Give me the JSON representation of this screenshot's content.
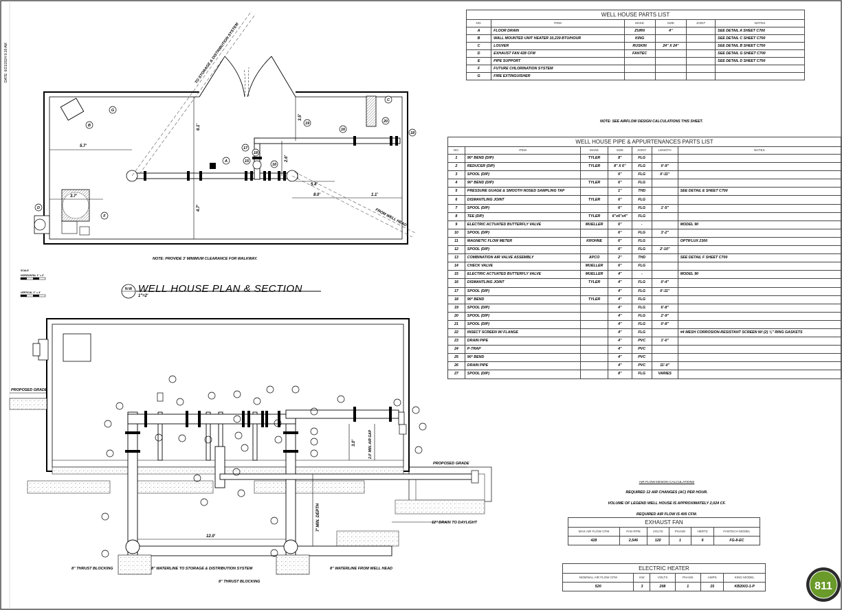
{
  "parts_list": {
    "title": "WELL HOUSE PARTS LIST",
    "columns": [
      "NO.",
      "ITEM",
      "MAKE",
      "SIZE",
      "JOINT",
      "NOTES"
    ],
    "rows": [
      [
        "A",
        "FLOOR DRAIN",
        "ZURN",
        "4\"",
        "",
        "SEE DETAIL A SHEET C700"
      ],
      [
        "B",
        "WALL MOUNTED UNIT HEATER 10,239 BTU/HOUR",
        "KING",
        "",
        "",
        "SEE DETAIL C SHEET C700"
      ],
      [
        "C",
        "LOUVER",
        "RUSKIN",
        "24\" X 24\"",
        "",
        "SEE DETAIL B SHEET C700"
      ],
      [
        "D",
        "EXHAUST FAN 428 CFM",
        "FANTEC",
        "",
        "",
        "SEE DETAIL G SHEET C700"
      ],
      [
        "E",
        "PIPE SUPPORT",
        "",
        "",
        "",
        "SEE DETAIL D SHEET C700"
      ],
      [
        "F",
        "FUTURE CHLORINATION SYSTEM",
        "",
        "",
        "",
        ""
      ],
      [
        "G",
        "FIRE EXTINGUISHER",
        "",
        "",
        "",
        ""
      ]
    ],
    "note": "NOTE: SEE AIRFLOW DESIGN CALCULATIONS THIS SHEET."
  },
  "pipe_list": {
    "title": "WELL HOUSE PIPE & APPURTENANCES PARTS LIST",
    "columns": [
      "NO.",
      "ITEM",
      "MAKE",
      "SIZE",
      "JOINT",
      "LENGTH",
      "NOTES"
    ],
    "rows": [
      [
        "1",
        "90° BEND (DIP)",
        "TYLER",
        "8\"",
        "FLG",
        "",
        ""
      ],
      [
        "2",
        "REDUCER (DIP)",
        "TYLER",
        "8\" X 6\"",
        "FLG",
        "0'-9\"",
        ""
      ],
      [
        "3",
        "SPOOL (DIP)",
        "",
        "6\"",
        "FLG",
        "0'-11\"",
        ""
      ],
      [
        "4",
        "90° BEND (DIP)",
        "TYLER",
        "6\"",
        "FLG",
        "",
        ""
      ],
      [
        "5",
        "PRESSURE GUAGE & SMOOTH NOSED SAMPLING TAP",
        "",
        "1\"",
        "THD",
        "",
        "SEE DETAIL E SHEET C700"
      ],
      [
        "6",
        "DISMANTLING JOINT",
        "TYLER",
        "6\"",
        "FLG",
        "",
        ""
      ],
      [
        "7",
        "SPOOL (DIP)",
        "",
        "6\"",
        "FLG",
        "1'-5\"",
        ""
      ],
      [
        "8",
        "TEE (DIP)",
        "TYLER",
        "6\"x6\"x4\"",
        "FLG",
        "",
        ""
      ],
      [
        "9",
        "ELECTRIC ACTUATED BUTTERFLY VALVE",
        "MUELLER",
        "6\"",
        "-",
        "",
        "MODEL 90"
      ],
      [
        "10",
        "SPOOL (DIP)",
        "",
        "6\"",
        "FLG",
        "3'-2\"",
        ""
      ],
      [
        "11",
        "MAGNETIC FLOW METER",
        "KROHNE",
        "6\"",
        "FLG",
        "",
        "OPTIFLUX 2300"
      ],
      [
        "12",
        "SPOOL (DIP)",
        "",
        "6\"",
        "FLG",
        "2'-10\"",
        ""
      ],
      [
        "13",
        "COMBINATION AIR VALVE ASSEMBLY",
        "APCO",
        "2\"",
        "THD",
        "",
        "SEE DETAIL F SHEET C700"
      ],
      [
        "14",
        "CHECK VALVE",
        "MUELLER",
        "6\"",
        "FLG",
        "",
        ""
      ],
      [
        "15",
        "ELECTRIC ACTUATED BUTTERFLY VALVE",
        "MUELLER",
        "4\"",
        "-",
        "",
        "MODEL 90"
      ],
      [
        "16",
        "DISMANTLING JOINT",
        "TYLER",
        "4\"",
        "FLG",
        "0'-4\"",
        ""
      ],
      [
        "17",
        "SPOOL (DIP)",
        "",
        "4\"",
        "FLG",
        "0'-11\"",
        ""
      ],
      [
        "18",
        "90° BEND",
        "TYLER",
        "4\"",
        "FLG",
        "",
        ""
      ],
      [
        "19",
        "SPOOL (DIP)",
        "",
        "4\"",
        "FLG",
        "6'-8\"",
        ""
      ],
      [
        "20",
        "SPOOL  (DIP)",
        "",
        "4\"",
        "FLG",
        "2'-9\"",
        ""
      ],
      [
        "21",
        "SPOOL (DIP)",
        "",
        "4\"",
        "FLG",
        "0'-8\"",
        ""
      ],
      [
        "22",
        "INSECT SCREEN W/ FLANGE",
        "",
        "4\"",
        "FLG",
        "",
        "#4 MESH CORROSION-RESISTANT SCREEN W/ (2) ⅛\" RING GASKETS"
      ],
      [
        "23",
        "DRAIN PIPE",
        "",
        "4\"",
        "PVC",
        "1'-0\"",
        ""
      ],
      [
        "24",
        "P-TRAP",
        "",
        "4\"",
        "PVC",
        "",
        ""
      ],
      [
        "25",
        "90° BEND",
        "",
        "4\"",
        "PVC",
        "",
        ""
      ],
      [
        "26",
        "DRAIN PIPE",
        "",
        "4\"",
        "PVC",
        "11'-0\"",
        ""
      ],
      [
        "27",
        "SPOOL (DIP)",
        "",
        "8\"",
        "FLG",
        "VARIES",
        ""
      ]
    ]
  },
  "airflow": {
    "heading": "AIR FLOW DESIGN CALCULATIONS",
    "lines": [
      "REQUIRED 12 AIR CHANGES (AC) PER HOUR.",
      "VOLUME OF LEGEND WELL HOUSE IS APPROXIMATELY 2,024 CF.",
      "REQUIRED AIR FLOW IS 405 CFM."
    ]
  },
  "exhaust_fan": {
    "title": "EXHAUST FAN",
    "columns": [
      "MAX AIR FLOW CFM",
      "FAN RPM",
      "VOLTS",
      "PHASE",
      "HERTZ",
      "FANTECH MODEL"
    ],
    "row": [
      "428",
      "2,546",
      "120",
      "1",
      "6",
      "FG-8-EC"
    ]
  },
  "electric_heater": {
    "title": "ELECTRIC HEATER",
    "columns": [
      "NOMINAL AIR FLOW CFM",
      "KW",
      "VOLTS",
      "PHASE",
      "AMPS",
      "KING MODEL"
    ],
    "row": [
      "520",
      "3",
      "208",
      "1",
      "15",
      "KB2003-1-P"
    ]
  },
  "plan": {
    "title": "WELL HOUSE PLAN & SECTION",
    "scale": "1\"=2'",
    "tag": "N-W",
    "note": "NOTE: PROVIDE 3' MINIMUM CLEARANCE FOR WALKWAY.",
    "to_storage": "TO STORAGE & DISTRIBUTION SYSTEM",
    "from_well": "FROM WELL HEAD",
    "dims": [
      "5.7'",
      "3.7'",
      "6.1'",
      "4.7'",
      "3.5'",
      "2.6'",
      "5.4'",
      "8.0'",
      "1.1'"
    ]
  },
  "scale_bar": {
    "title": "SCALE",
    "horizontal": "HORIZONTAL   1\" = 2'",
    "vertical": "VERTICAL   1\" = 4'"
  },
  "section": {
    "proposed_grade_left": "PROPOSED GRADE",
    "proposed_grade_right": "PROPOSED GRADE",
    "min_depth": "7' MIN. DEPTH",
    "air_gap": "2.0' MIN. AIR GAP",
    "dim_3": "3.0'",
    "dim_12": "12.0'",
    "drain_daylight": "12\" DRAIN TO DAYLIGHT",
    "waterline_storage": "8\" WATERLINE TO STORAGE & DISTRIBUTION SYSTEM",
    "waterline_well": "8\" WATERLINE FROM WELL HEAD",
    "thrust_left": "8\" THRUST BLOCKING",
    "thrust_mid": "8\" THRUST BLOCKING"
  },
  "badge": {
    "number": "811",
    "ring": "KNOW WHAT'S BELOW CALL BEFORE YOU DIG"
  },
  "margin": {
    "date": "DATE: 6/21/2024 9:18 AM"
  }
}
